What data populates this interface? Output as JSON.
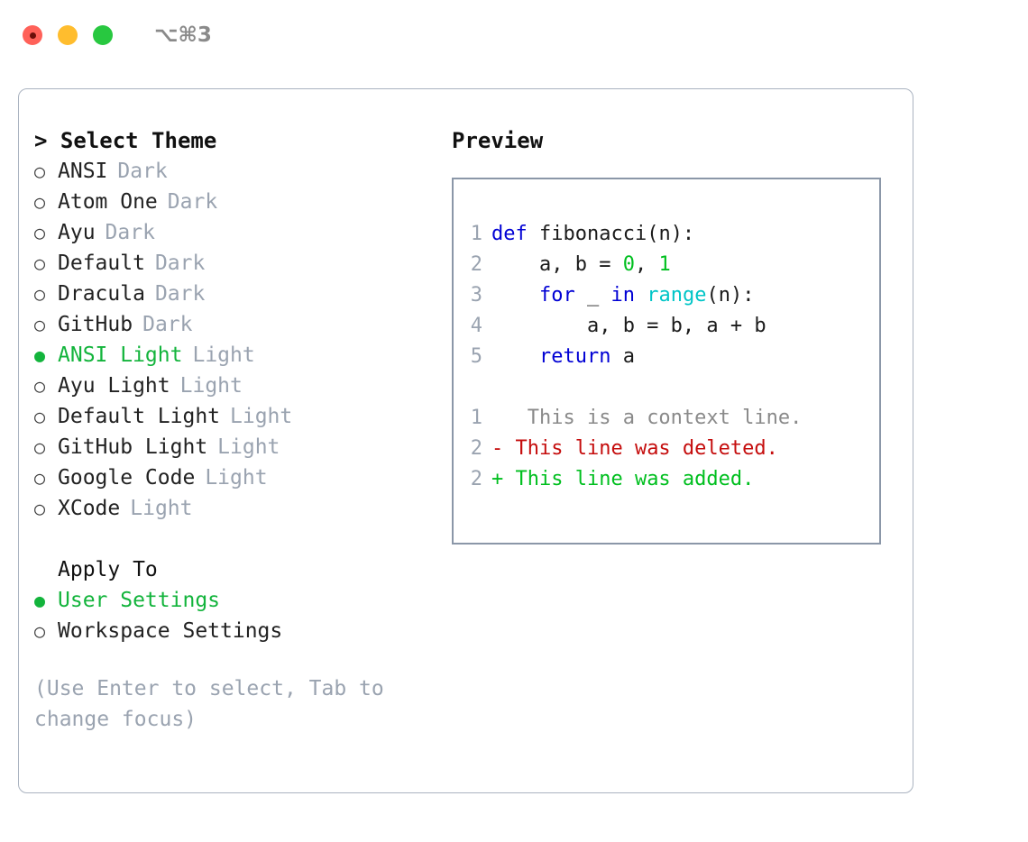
{
  "titlebar": {
    "shortcut": "⌥⌘3",
    "lights": [
      {
        "name": "close",
        "color": "#ff6159"
      },
      {
        "name": "minimize",
        "color": "#ffbd2e"
      },
      {
        "name": "maximize",
        "color": "#28c840"
      }
    ]
  },
  "theme_picker": {
    "header": "> Select Theme",
    "bullet_unselected": "○",
    "bullet_selected": "●",
    "items": [
      {
        "name": "ANSI",
        "tag": "Dark",
        "selected": false
      },
      {
        "name": "Atom One",
        "tag": "Dark",
        "selected": false
      },
      {
        "name": "Ayu",
        "tag": "Dark",
        "selected": false
      },
      {
        "name": "Default",
        "tag": "Dark",
        "selected": false
      },
      {
        "name": "Dracula",
        "tag": "Dark",
        "selected": false
      },
      {
        "name": "GitHub",
        "tag": "Dark",
        "selected": false
      },
      {
        "name": "ANSI Light",
        "tag": "Light",
        "selected": true
      },
      {
        "name": "Ayu Light",
        "tag": "Light",
        "selected": false
      },
      {
        "name": "Default Light",
        "tag": "Light",
        "selected": false
      },
      {
        "name": "GitHub Light",
        "tag": "Light",
        "selected": false
      },
      {
        "name": "Google Code",
        "tag": "Light",
        "selected": false
      },
      {
        "name": "XCode",
        "tag": "Light",
        "selected": false
      }
    ]
  },
  "apply_to": {
    "label": "Apply To",
    "options": [
      {
        "name": "User Settings",
        "selected": true
      },
      {
        "name": "Workspace Settings",
        "selected": false
      }
    ]
  },
  "hint": "(Use Enter to select, Tab to change focus)",
  "preview": {
    "title": "Preview",
    "code_lines": [
      {
        "no": "1",
        "tokens": [
          {
            "t": "def",
            "c": "kw"
          },
          {
            "t": " fibonacci(n):",
            "c": "plain"
          }
        ]
      },
      {
        "no": "2",
        "tokens": [
          {
            "t": "    a, b = ",
            "c": "plain"
          },
          {
            "t": "0",
            "c": "num"
          },
          {
            "t": ", ",
            "c": "plain"
          },
          {
            "t": "1",
            "c": "num"
          }
        ]
      },
      {
        "no": "3",
        "tokens": [
          {
            "t": "    ",
            "c": "plain"
          },
          {
            "t": "for",
            "c": "kw"
          },
          {
            "t": " _ ",
            "c": "plain"
          },
          {
            "t": "in",
            "c": "kw"
          },
          {
            "t": " ",
            "c": "plain"
          },
          {
            "t": "range",
            "c": "fn"
          },
          {
            "t": "(n):",
            "c": "plain"
          }
        ]
      },
      {
        "no": "4",
        "tokens": [
          {
            "t": "        a, b = b, a + b",
            "c": "plain"
          }
        ]
      },
      {
        "no": "5",
        "tokens": [
          {
            "t": "    ",
            "c": "plain"
          },
          {
            "t": "return",
            "c": "kw"
          },
          {
            "t": " a",
            "c": "plain"
          }
        ]
      }
    ],
    "diff_lines": [
      {
        "no": "1",
        "marker": " ",
        "text": "  This is a context line.",
        "kind": "ctx"
      },
      {
        "no": "2",
        "marker": "-",
        "text": " This line was deleted.",
        "kind": "del"
      },
      {
        "no": "2",
        "marker": "+",
        "text": " This line was added.",
        "kind": "add"
      }
    ]
  },
  "colors": {
    "keyword": "#0000d4",
    "function": "#00c5c7",
    "number": "#00bf1f",
    "selected_green": "#13b43c",
    "muted": "#9aa3b0",
    "diff_deleted": "#c50d0d",
    "diff_added": "#00bf1f",
    "border": "#8b97a8"
  }
}
